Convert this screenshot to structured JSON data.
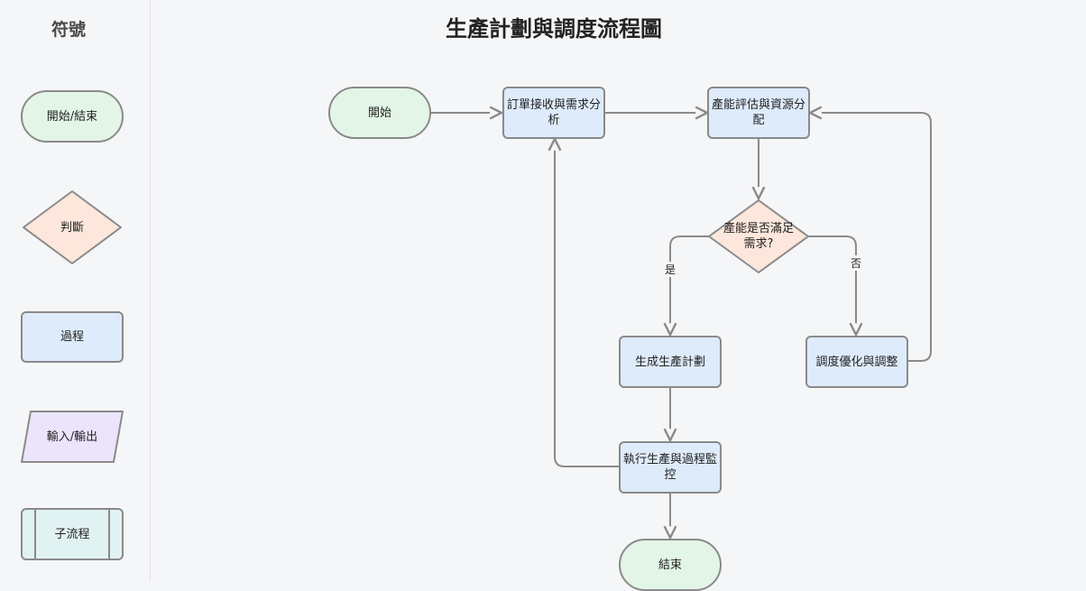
{
  "title": "生產計劃與調度流程圖",
  "legend": {
    "title": "符號",
    "items": [
      {
        "shape": "terminal",
        "label": "開始/結束"
      },
      {
        "shape": "decision",
        "label": "判斷"
      },
      {
        "shape": "process",
        "label": "過程"
      },
      {
        "shape": "io",
        "label": "輸入/輸出"
      },
      {
        "shape": "subprocess",
        "label": "子流程"
      }
    ]
  },
  "flow": {
    "nodes": {
      "start": "開始",
      "order": "訂單接收與需求分析",
      "capacity": "產能評估與資源分配",
      "decision": "產能是否滿足需求?",
      "plan": "生成生產計劃",
      "optimize": "調度優化與調整",
      "execute": "執行生產與過程監控",
      "end": "結束"
    },
    "edge_labels": {
      "yes": "是",
      "no": "否"
    }
  },
  "colors": {
    "terminal_fill": "#e3f5e6",
    "decision_fill": "#fde6dc",
    "process_fill": "#deebfb",
    "io_fill": "#ebe4fb",
    "subprocess_fill": "#e1f2f3",
    "stroke": "#8a8a8a",
    "background": "#f5f6f8"
  }
}
